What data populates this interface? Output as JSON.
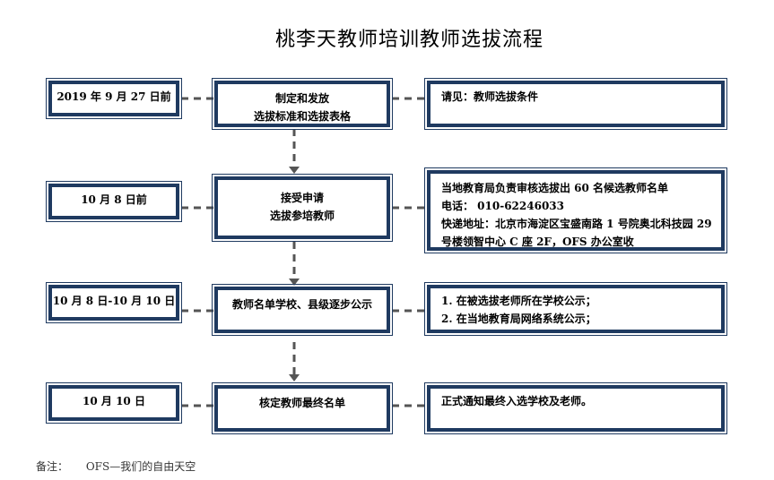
{
  "title": "桃李天教师培训教师选拔流程",
  "rows": [
    {
      "date": "2019 年 9 月 27 日前",
      "step": [
        "制定和发放",
        "选拔标准和选拔表格"
      ],
      "note": [
        "请见：教师选拔条件"
      ]
    },
    {
      "date": "10 月 8 日前",
      "step": [
        "接受申请",
        "选拔参培教师"
      ],
      "note": [
        "当地教育局负责审核选拔出 60 名候选教师名单",
        "电话： 010-62246033",
        "快递地址：北京市海淀区宝盛南路 1 号院奥北科技园 29",
        "号楼领智中心 C 座 2F，OFS 办公室收"
      ]
    },
    {
      "date": "10 月 8 日-10 月 10 日",
      "step": [
        "教师名单学校、县级逐步公示"
      ],
      "note": [
        "1. 在被选拔老师所在学校公示；",
        "2. 在当地教育局网络系统公示；"
      ]
    },
    {
      "date": "10 月 10 日",
      "step": [
        "核定教师最终名单"
      ],
      "note": [
        "正式通知最终入选学校及老师。"
      ]
    }
  ],
  "footnote": {
    "label": "备注：",
    "text": "OFS—我们的自由天空"
  },
  "colors": {
    "border": "#1f3a60",
    "connector": "#555555"
  }
}
